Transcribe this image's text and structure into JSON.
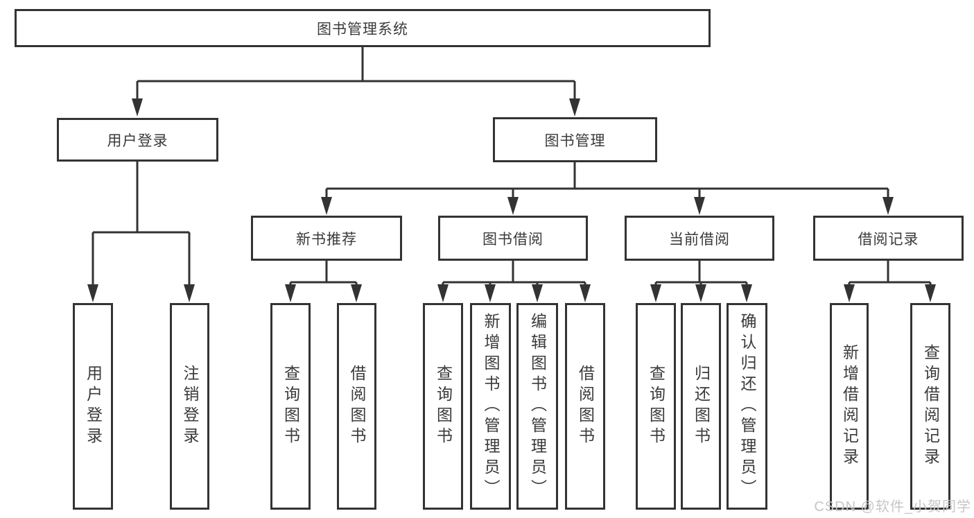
{
  "diagram": {
    "title": "图书管理系统",
    "nodes": {
      "root": "图书管理系统",
      "user_login": "用户登录",
      "book_mgmt": "图书管理",
      "new_book_rec": "新书推荐",
      "book_borrow": "图书借阅",
      "current_borrow": "当前借阅",
      "borrow_record": "借阅记录"
    },
    "leaves": {
      "user_login": [
        "用户登录",
        "注销登录"
      ],
      "new_book_rec": [
        "查询图书",
        "借阅图书"
      ],
      "book_borrow": [
        "查询图书",
        "新增图书（管理员）",
        "编辑图书（管理员）",
        "借阅图书"
      ],
      "current_borrow": [
        "查询图书",
        "归还图书",
        "确认归还（管理员）"
      ],
      "borrow_record": [
        "新增借阅记录",
        "查询借阅记录"
      ]
    },
    "colors": {
      "line": "#333333",
      "text": "#3a3a3a",
      "watermark": "#c6c6c6"
    }
  },
  "watermark": "CSDN @软件_小贺同学"
}
